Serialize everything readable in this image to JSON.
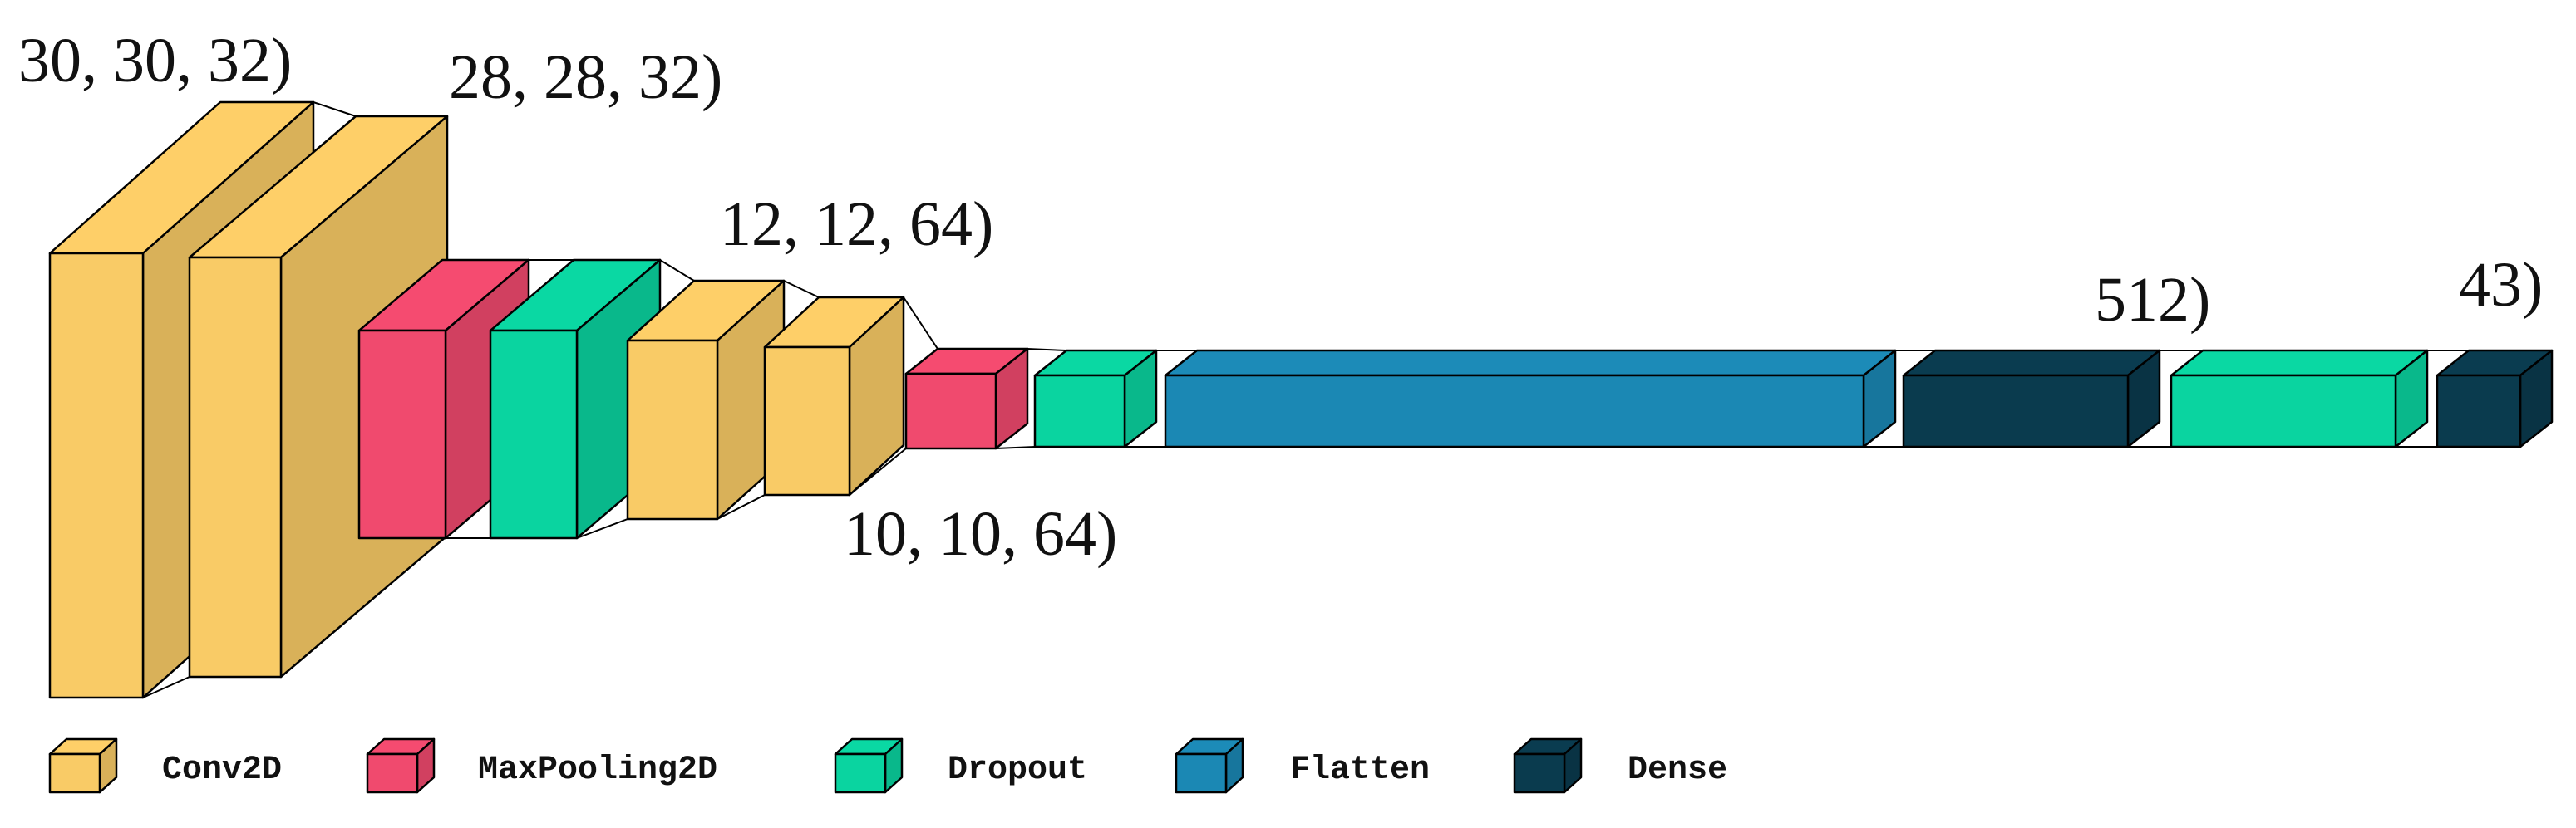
{
  "colors": {
    "Conv2D": "#f9cb66",
    "MaxPooling2D": "#f04a6e",
    "Dropout": "#0ad4a0",
    "Flatten": "#1b88b4",
    "Dense": "#0a3b4e"
  },
  "layers": [
    {
      "type": "Conv2D"
    },
    {
      "type": "Conv2D"
    },
    {
      "type": "MaxPooling2D"
    },
    {
      "type": "Dropout"
    },
    {
      "type": "Conv2D"
    },
    {
      "type": "Conv2D"
    },
    {
      "type": "MaxPooling2D"
    },
    {
      "type": "Dropout"
    },
    {
      "type": "Flatten"
    },
    {
      "type": "Dense"
    },
    {
      "type": "Dropout"
    },
    {
      "type": "Dense"
    }
  ],
  "shape_labels": [
    "30, 30, 32)",
    "28, 28, 32)",
    "12, 12, 64)",
    "10, 10, 64)",
    "512)",
    "43)"
  ],
  "legend": [
    {
      "type": "Conv2D",
      "label": "Conv2D"
    },
    {
      "type": "MaxPooling2D",
      "label": "MaxPooling2D"
    },
    {
      "type": "Dropout",
      "label": "Dropout"
    },
    {
      "type": "Flatten",
      "label": "Flatten"
    },
    {
      "type": "Dense",
      "label": "Dense"
    }
  ]
}
